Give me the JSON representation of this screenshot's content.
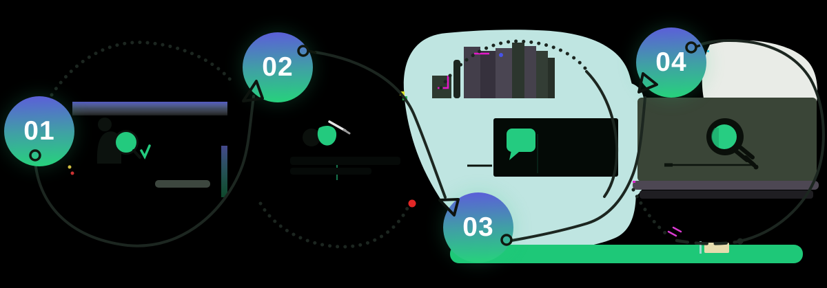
{
  "infographic": {
    "type": "process-steps-flow",
    "background_color": "#000000",
    "steps": [
      {
        "number": "01",
        "icon": "person-search-icon",
        "accent": "#23ca7e"
      },
      {
        "number": "02",
        "icon": "pen-writing-icon",
        "accent": "#23ca7e"
      },
      {
        "number": "03",
        "icon": "chat-screen-icon",
        "accent": "#24cb80"
      },
      {
        "number": "04",
        "icon": "lightbulb-icon",
        "accent": "#27cd82"
      }
    ],
    "colors": {
      "badge_gradient_top": "#5a62d6",
      "badge_gradient_mid": "#40a0a5",
      "badge_gradient_bottom": "#28cf7e",
      "connector_line": "#1c2620",
      "teal_blob": "#bfe5e1",
      "white_blob": "#e9ece7",
      "green_band": "#1ec878",
      "panel_olive": "#3a4537",
      "panel_purple": "#4d4753",
      "red_dot": "#e32726",
      "magenta_accent": "#e020d0",
      "blue_dot": "#4653e8",
      "cream_block": "#e6dcae"
    }
  }
}
